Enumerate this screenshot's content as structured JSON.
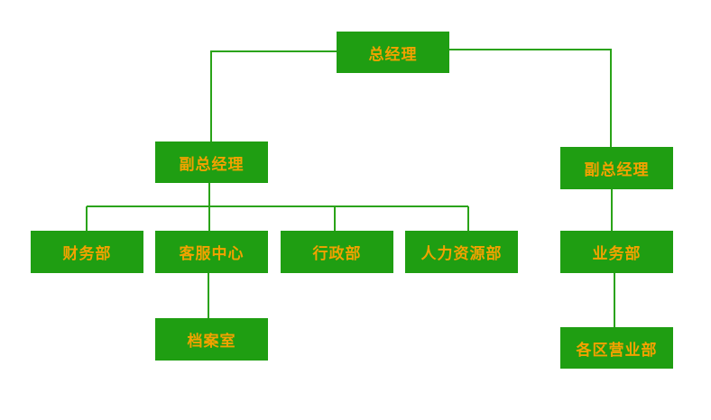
{
  "org_chart": {
    "ceo": "总经理",
    "vp_left": "副总经理",
    "vp_right": "副总经理",
    "finance": "财务部",
    "customer_service": "客服中心",
    "administration": "行政部",
    "human_resources": "人力资源部",
    "business": "业务部",
    "archives": "档案室",
    "regional_sales": "各区营业部"
  },
  "colors": {
    "box_fill": "#1f9e12",
    "box_text": "#f2a200",
    "connector": "#2aa318"
  }
}
